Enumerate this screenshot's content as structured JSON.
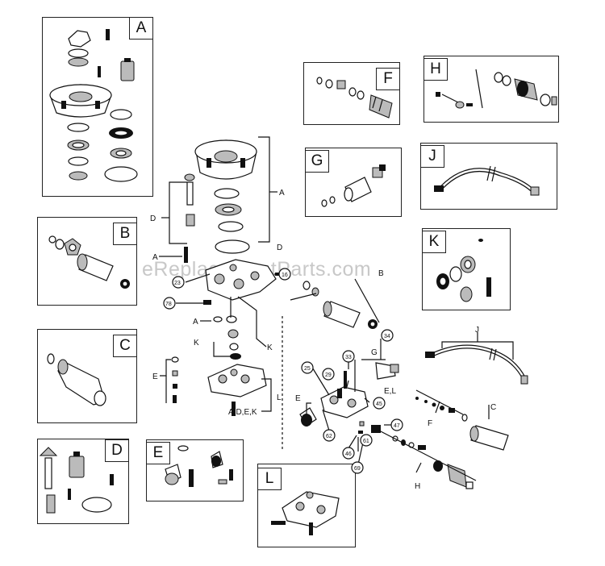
{
  "watermark": "eReplacementParts.com",
  "kits": [
    {
      "letter": "A"
    },
    {
      "letter": "B"
    },
    {
      "letter": "C"
    },
    {
      "letter": "D"
    },
    {
      "letter": "E"
    },
    {
      "letter": "F"
    },
    {
      "letter": "G"
    },
    {
      "letter": "H"
    },
    {
      "letter": "J"
    },
    {
      "letter": "K"
    },
    {
      "letter": "L"
    }
  ],
  "callouts": {
    "A": "A",
    "D": "D",
    "B": "B",
    "K": "K",
    "E": "E",
    "L": "L",
    "G": "G",
    "F": "F",
    "H": "H",
    "J": "J",
    "C": "C",
    "E_L": "E,L",
    "A_D_E_K": "A,D,E,K",
    "n23": "23",
    "n16": "16",
    "n78": "78",
    "n34": "34",
    "n33": "33",
    "n29": "29",
    "n25": "25",
    "n45": "45",
    "n47": "47",
    "n62": "62",
    "n46": "46",
    "n61": "61",
    "n69": "69"
  }
}
